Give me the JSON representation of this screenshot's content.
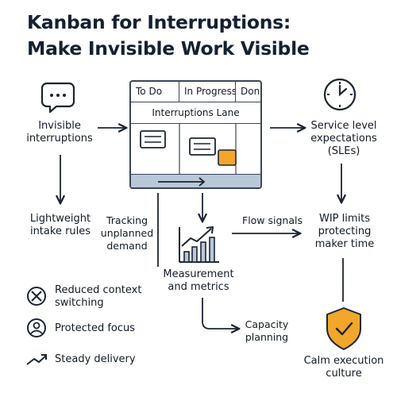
{
  "title": {
    "line1": "Kanban for Interruptions:",
    "line2": "Make Invisible Work Visible"
  },
  "board": {
    "columns": [
      "To Do",
      "In Progress",
      "Don"
    ],
    "lane": "Interruptions Lane"
  },
  "nodes": {
    "invisible": {
      "line1": "Invisible",
      "line2": "interruptions"
    },
    "sle": {
      "line1": "Service level",
      "line2": "expectations",
      "line3": "(SLEs)"
    },
    "intake": {
      "line1": "Lightweight",
      "line2": "intake rules"
    },
    "tracking": {
      "line1": "Tracking",
      "line2": "unplanned",
      "line3": "demand"
    },
    "flow": "Flow signals",
    "wip": {
      "line1": "WIP limits",
      "line2": "protecting",
      "line3": "maker time"
    },
    "measurement": {
      "line1": "Measurement",
      "line2": "and metrics"
    },
    "capacity": {
      "line1": "Capacity",
      "line2": "planning"
    },
    "calm": {
      "line1": "Calm execution",
      "line2": "culture"
    }
  },
  "benefits": [
    "Reduced context switching",
    "Protected focus",
    "Steady delivery"
  ],
  "colors": {
    "accent": "#f2a62b",
    "ink": "#121a28",
    "board_footer": "#b9c8d9"
  },
  "icons": [
    "speech-bubble-icon",
    "clock-icon",
    "bar-chart-trend-icon",
    "shield-check-icon",
    "circle-x-icon",
    "person-icon",
    "trend-arrow-icon"
  ]
}
